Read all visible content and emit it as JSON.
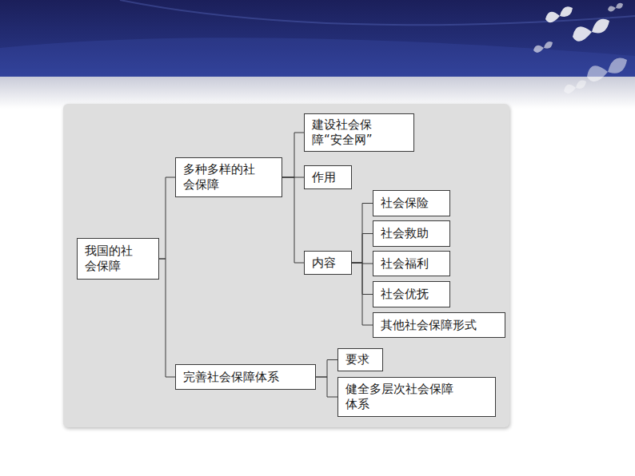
{
  "diagram": {
    "nodes": [
      {
        "text": [
          "我国的社会保障"
        ]
      },
      {
        "text": [
          "多种多样的社会保障"
        ]
      },
      {
        "text": [
          "建设社会保障“安全网”"
        ]
      },
      {
        "text": [
          "作用"
        ]
      },
      {
        "text": [
          "内容"
        ]
      },
      {
        "text": [
          "社会保险"
        ]
      },
      {
        "text": [
          "社会救助"
        ]
      },
      {
        "text": [
          "社会福利"
        ]
      },
      {
        "text": [
          "社会优抚"
        ]
      },
      {
        "text": [
          "其他社会保障形式"
        ]
      },
      {
        "text": [
          "完善社会保障体系"
        ]
      },
      {
        "text": [
          "要求"
        ]
      },
      {
        "text": [
          "健全多层次社会保障体系"
        ]
      }
    ],
    "edges": [
      {
        "from": 0,
        "to": 1,
        "arrow": "none"
      },
      {
        "from": 0,
        "to": 10,
        "arrow": "none"
      },
      {
        "from": 1,
        "to": 2,
        "arrow": "none"
      },
      {
        "from": 1,
        "to": 3,
        "arrow": "none"
      },
      {
        "from": 1,
        "to": 4,
        "arrow": "none"
      },
      {
        "from": 4,
        "to": 5,
        "arrow": "none"
      },
      {
        "from": 4,
        "to": 6,
        "arrow": "none"
      },
      {
        "from": 4,
        "to": 7,
        "arrow": "none"
      },
      {
        "from": 4,
        "to": 8,
        "arrow": "none"
      },
      {
        "from": 4,
        "to": 9,
        "arrow": "none"
      },
      {
        "from": 10,
        "to": 11,
        "arrow": "none"
      },
      {
        "from": 10,
        "to": 12,
        "arrow": "none"
      }
    ]
  }
}
